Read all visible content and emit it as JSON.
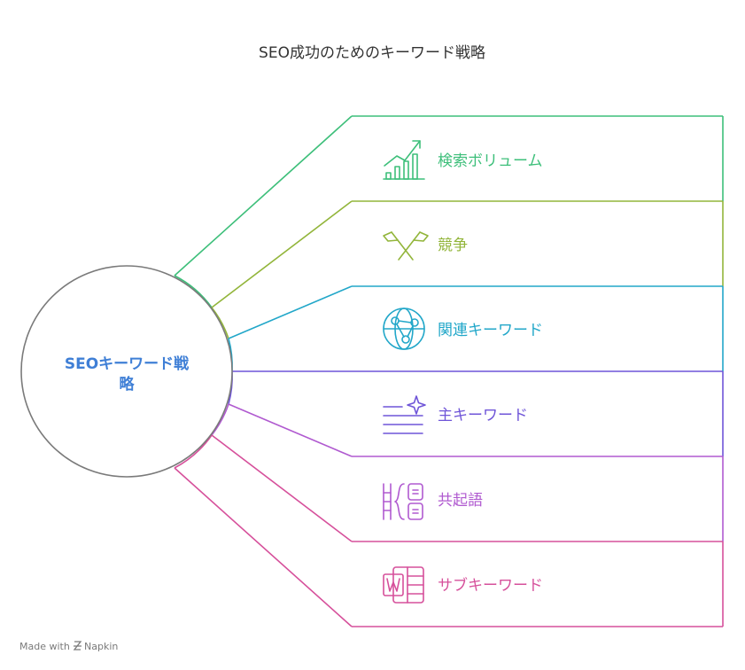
{
  "title": "SEO成功のためのキーワード戦略",
  "hub": {
    "lines": [
      "SEOキーワード戦",
      "略"
    ]
  },
  "items": [
    {
      "label": "検索ボリューム",
      "icon": "bar-chart-growth-icon",
      "color": "#3dbf7a"
    },
    {
      "label": "競争",
      "icon": "crossed-flags-icon",
      "color": "#92b53a"
    },
    {
      "label": "関連キーワード",
      "icon": "network-globe-icon",
      "color": "#22a7c9"
    },
    {
      "label": "主キーワード",
      "icon": "sparkle-list-icon",
      "color": "#6f55d8"
    },
    {
      "label": "共起語",
      "icon": "vocabulary-grid-icon",
      "color": "#b05ad0"
    },
    {
      "label": "サブキーワード",
      "icon": "word-document-icon",
      "color": "#d6509b"
    }
  ],
  "footer": {
    "made_with": "Made with",
    "brand": "Napkin"
  }
}
